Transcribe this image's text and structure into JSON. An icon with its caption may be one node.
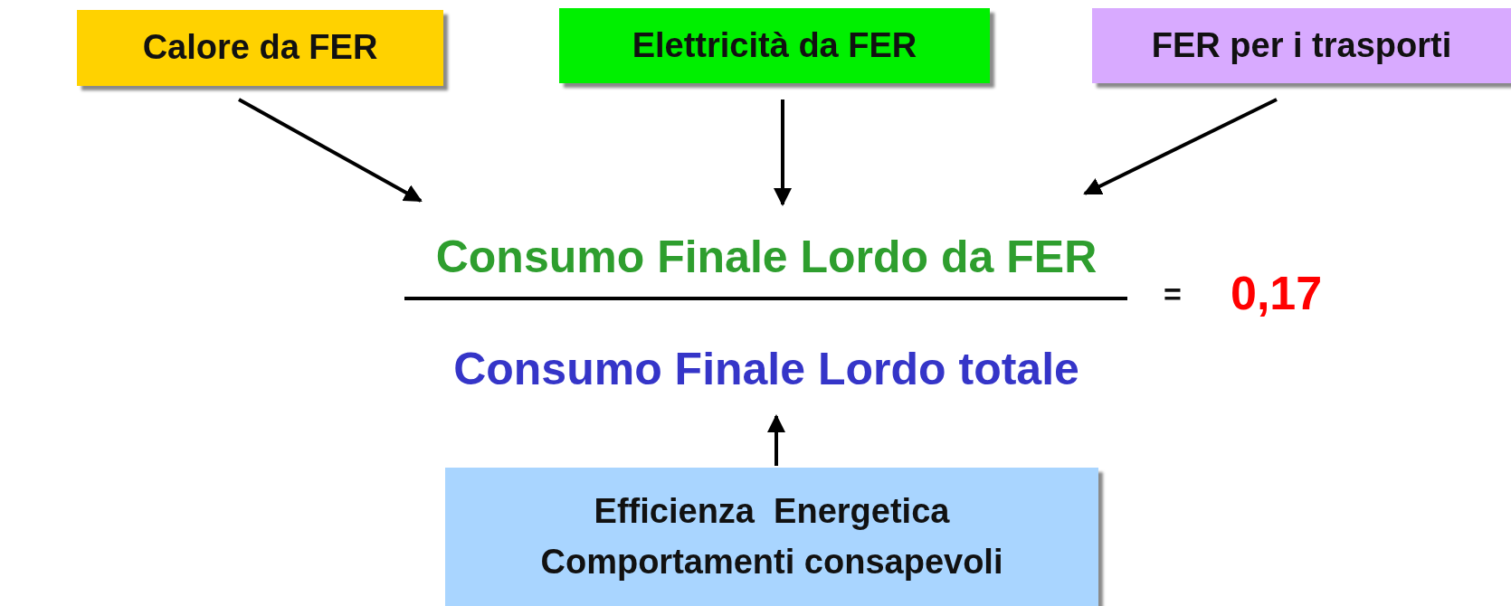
{
  "diagram": {
    "nodes": [
      {
        "text": [
          "Calore da FER"
        ]
      },
      {
        "text": [
          "Elettricità da FER"
        ]
      },
      {
        "text": [
          "FER per i trasporti"
        ]
      },
      {
        "text": [
          "Consumo Finale Lordo da FER"
        ]
      },
      {
        "text": [
          "Consumo Finale Lordo totale"
        ]
      },
      {
        "text": [
          "Efficienza  Energetica",
          "Comportamenti consapevoli"
        ]
      }
    ],
    "edges": [
      {
        "from": 0,
        "to": 3,
        "arrow": "to"
      },
      {
        "from": 1,
        "to": 3,
        "arrow": "to"
      },
      {
        "from": 2,
        "to": 3,
        "arrow": "to"
      },
      {
        "from": 5,
        "to": 4,
        "arrow": "to"
      }
    ],
    "labels": [
      "=",
      "0,17"
    ]
  }
}
